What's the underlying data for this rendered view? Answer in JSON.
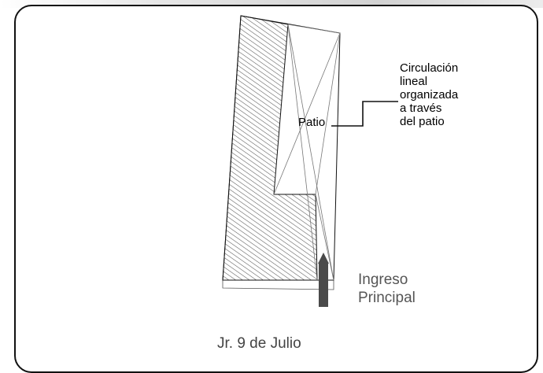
{
  "labels": {
    "patio": "Patio",
    "circulation_note": [
      "Circulación",
      "lineal",
      "organizada",
      "a través",
      "del patio"
    ],
    "entrance": [
      "Ingreso",
      "Principal"
    ],
    "street": "Jr. 9 de Julio"
  },
  "colors": {
    "outline": "#111111",
    "hatch": "#555555",
    "arrow": "#4a4a4a",
    "entrance_text": "#555555",
    "street_text": "#444444"
  },
  "icons": {
    "entrance_arrow": "arrow-up-icon"
  }
}
